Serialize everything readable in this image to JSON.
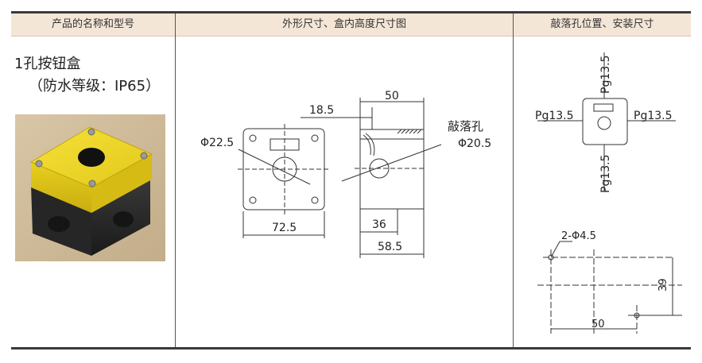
{
  "headers": {
    "col1": "产品的名称和型号",
    "col2": "外形尺寸、盒内高度尺寸图",
    "col3": "敲落孔位置、安装尺寸"
  },
  "product": {
    "title": "1孔按钮盒",
    "subtitle": "（防水等级：IP65）"
  },
  "front_view": {
    "hole_dia": "Φ22.5",
    "width": "72.5"
  },
  "side_view": {
    "depth": "50",
    "offset": "18.5",
    "knockout_label": "敲落孔",
    "knockout_dia": "Φ20.5",
    "inner": "36",
    "overall": "58.5"
  },
  "knockout_positions": {
    "top": "Pg13.5",
    "left": "Pg13.5",
    "right": "Pg13.5",
    "bottom": "Pg13.5"
  },
  "mounting": {
    "holes": "2-Φ4.5",
    "height": "39",
    "width": "50"
  }
}
